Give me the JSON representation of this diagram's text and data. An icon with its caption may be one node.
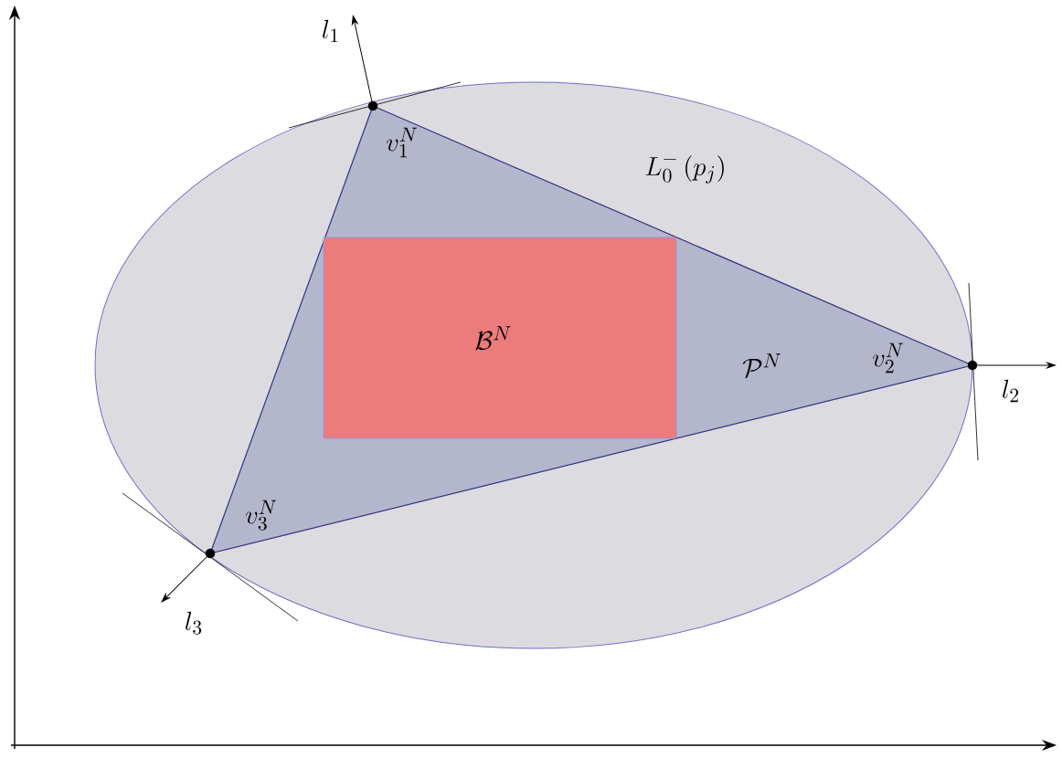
{
  "diagram": {
    "nodes": [
      {
        "text": [
          "L_0^{-}\\left(p_j\\right)"
        ]
      },
      {
        "text": [
          "\\mathcal{P}^N"
        ],
        "in": 0
      },
      {
        "text": [
          "\\mathcal{B}^N"
        ],
        "in": 1
      }
    ],
    "labels": [
      "l_1",
      "v_1^N",
      "v_2^N",
      "l_2",
      "v_3^N",
      "l_3"
    ]
  }
}
